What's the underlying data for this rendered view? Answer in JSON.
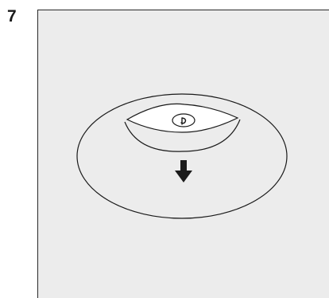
{
  "step": {
    "number": "7"
  },
  "illustration": {
    "subject": "installation-step-diagram",
    "arrow_direction": "down",
    "colors": {
      "panel_background": "#ececec",
      "line": "#1a1a1a",
      "inner_fill": "#ffffff",
      "arrow": "#1a1a1a"
    }
  }
}
